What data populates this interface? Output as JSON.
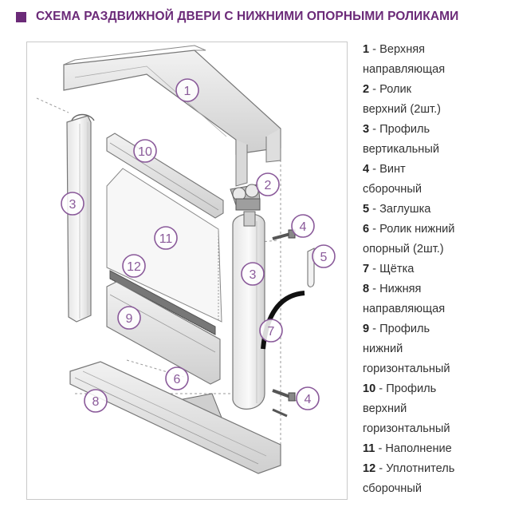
{
  "header": {
    "title": "СХЕМА РАЗДВИЖНОЙ ДВЕРИ С НИЖНИМИ ОПОРНЫМИ РОЛИКАМИ",
    "accent_color": "#6b2a78"
  },
  "diagram": {
    "callouts": [
      {
        "n": "1"
      },
      {
        "n": "2"
      },
      {
        "n": "3"
      },
      {
        "n": "3"
      },
      {
        "n": "4"
      },
      {
        "n": "4"
      },
      {
        "n": "5"
      },
      {
        "n": "6"
      },
      {
        "n": "7"
      },
      {
        "n": "8"
      },
      {
        "n": "9"
      },
      {
        "n": "10"
      },
      {
        "n": "11"
      },
      {
        "n": "12"
      }
    ],
    "callout_color": "#8a5a9a"
  },
  "legend": {
    "items": [
      {
        "num": "1",
        "lines": [
          "Верхняя",
          "направляющая"
        ]
      },
      {
        "num": "2",
        "lines": [
          "Ролик",
          "верхний (2шт.)"
        ]
      },
      {
        "num": "3",
        "lines": [
          "Профиль",
          "вертикальный"
        ]
      },
      {
        "num": "4",
        "lines": [
          "Винт",
          "сборочный"
        ]
      },
      {
        "num": "5",
        "lines": [
          "Заглушка"
        ]
      },
      {
        "num": "6",
        "lines": [
          "Ролик нижний",
          "опорный (2шт.)"
        ]
      },
      {
        "num": "7",
        "lines": [
          "Щётка"
        ]
      },
      {
        "num": "8",
        "lines": [
          "Нижняя",
          "направляющая"
        ]
      },
      {
        "num": "9",
        "lines": [
          "Профиль",
          "нижний",
          "горизонтальный"
        ]
      },
      {
        "num": "10",
        "lines": [
          "Профиль",
          "верхний",
          "горизонтальный"
        ]
      },
      {
        "num": "11",
        "lines": [
          "Наполнение"
        ]
      },
      {
        "num": "12",
        "lines": [
          "Уплотнитель",
          "сборочный"
        ]
      }
    ]
  }
}
